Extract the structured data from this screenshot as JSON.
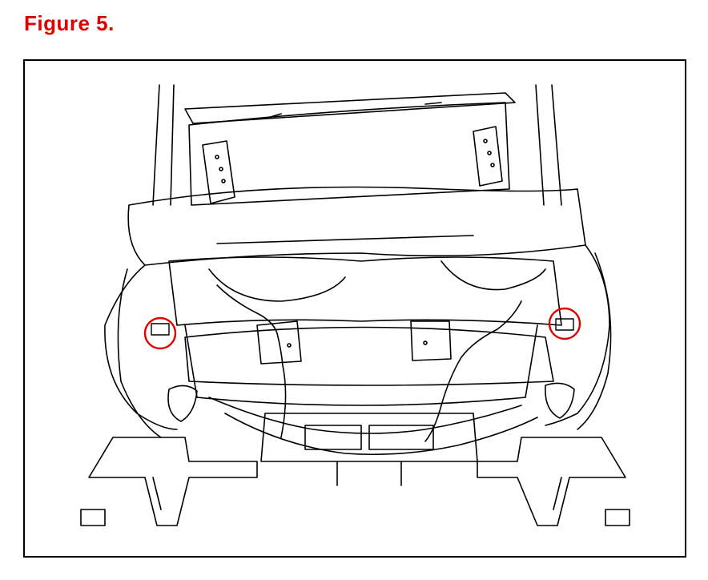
{
  "figure": {
    "title": "Figure 5.",
    "title_color": "#e00000"
  },
  "diagram": {
    "subject": "vehicle-rear-underbody-line-drawing",
    "highlight_color": "#e00000",
    "highlighted_items": [
      "left-connector",
      "right-connector"
    ]
  }
}
